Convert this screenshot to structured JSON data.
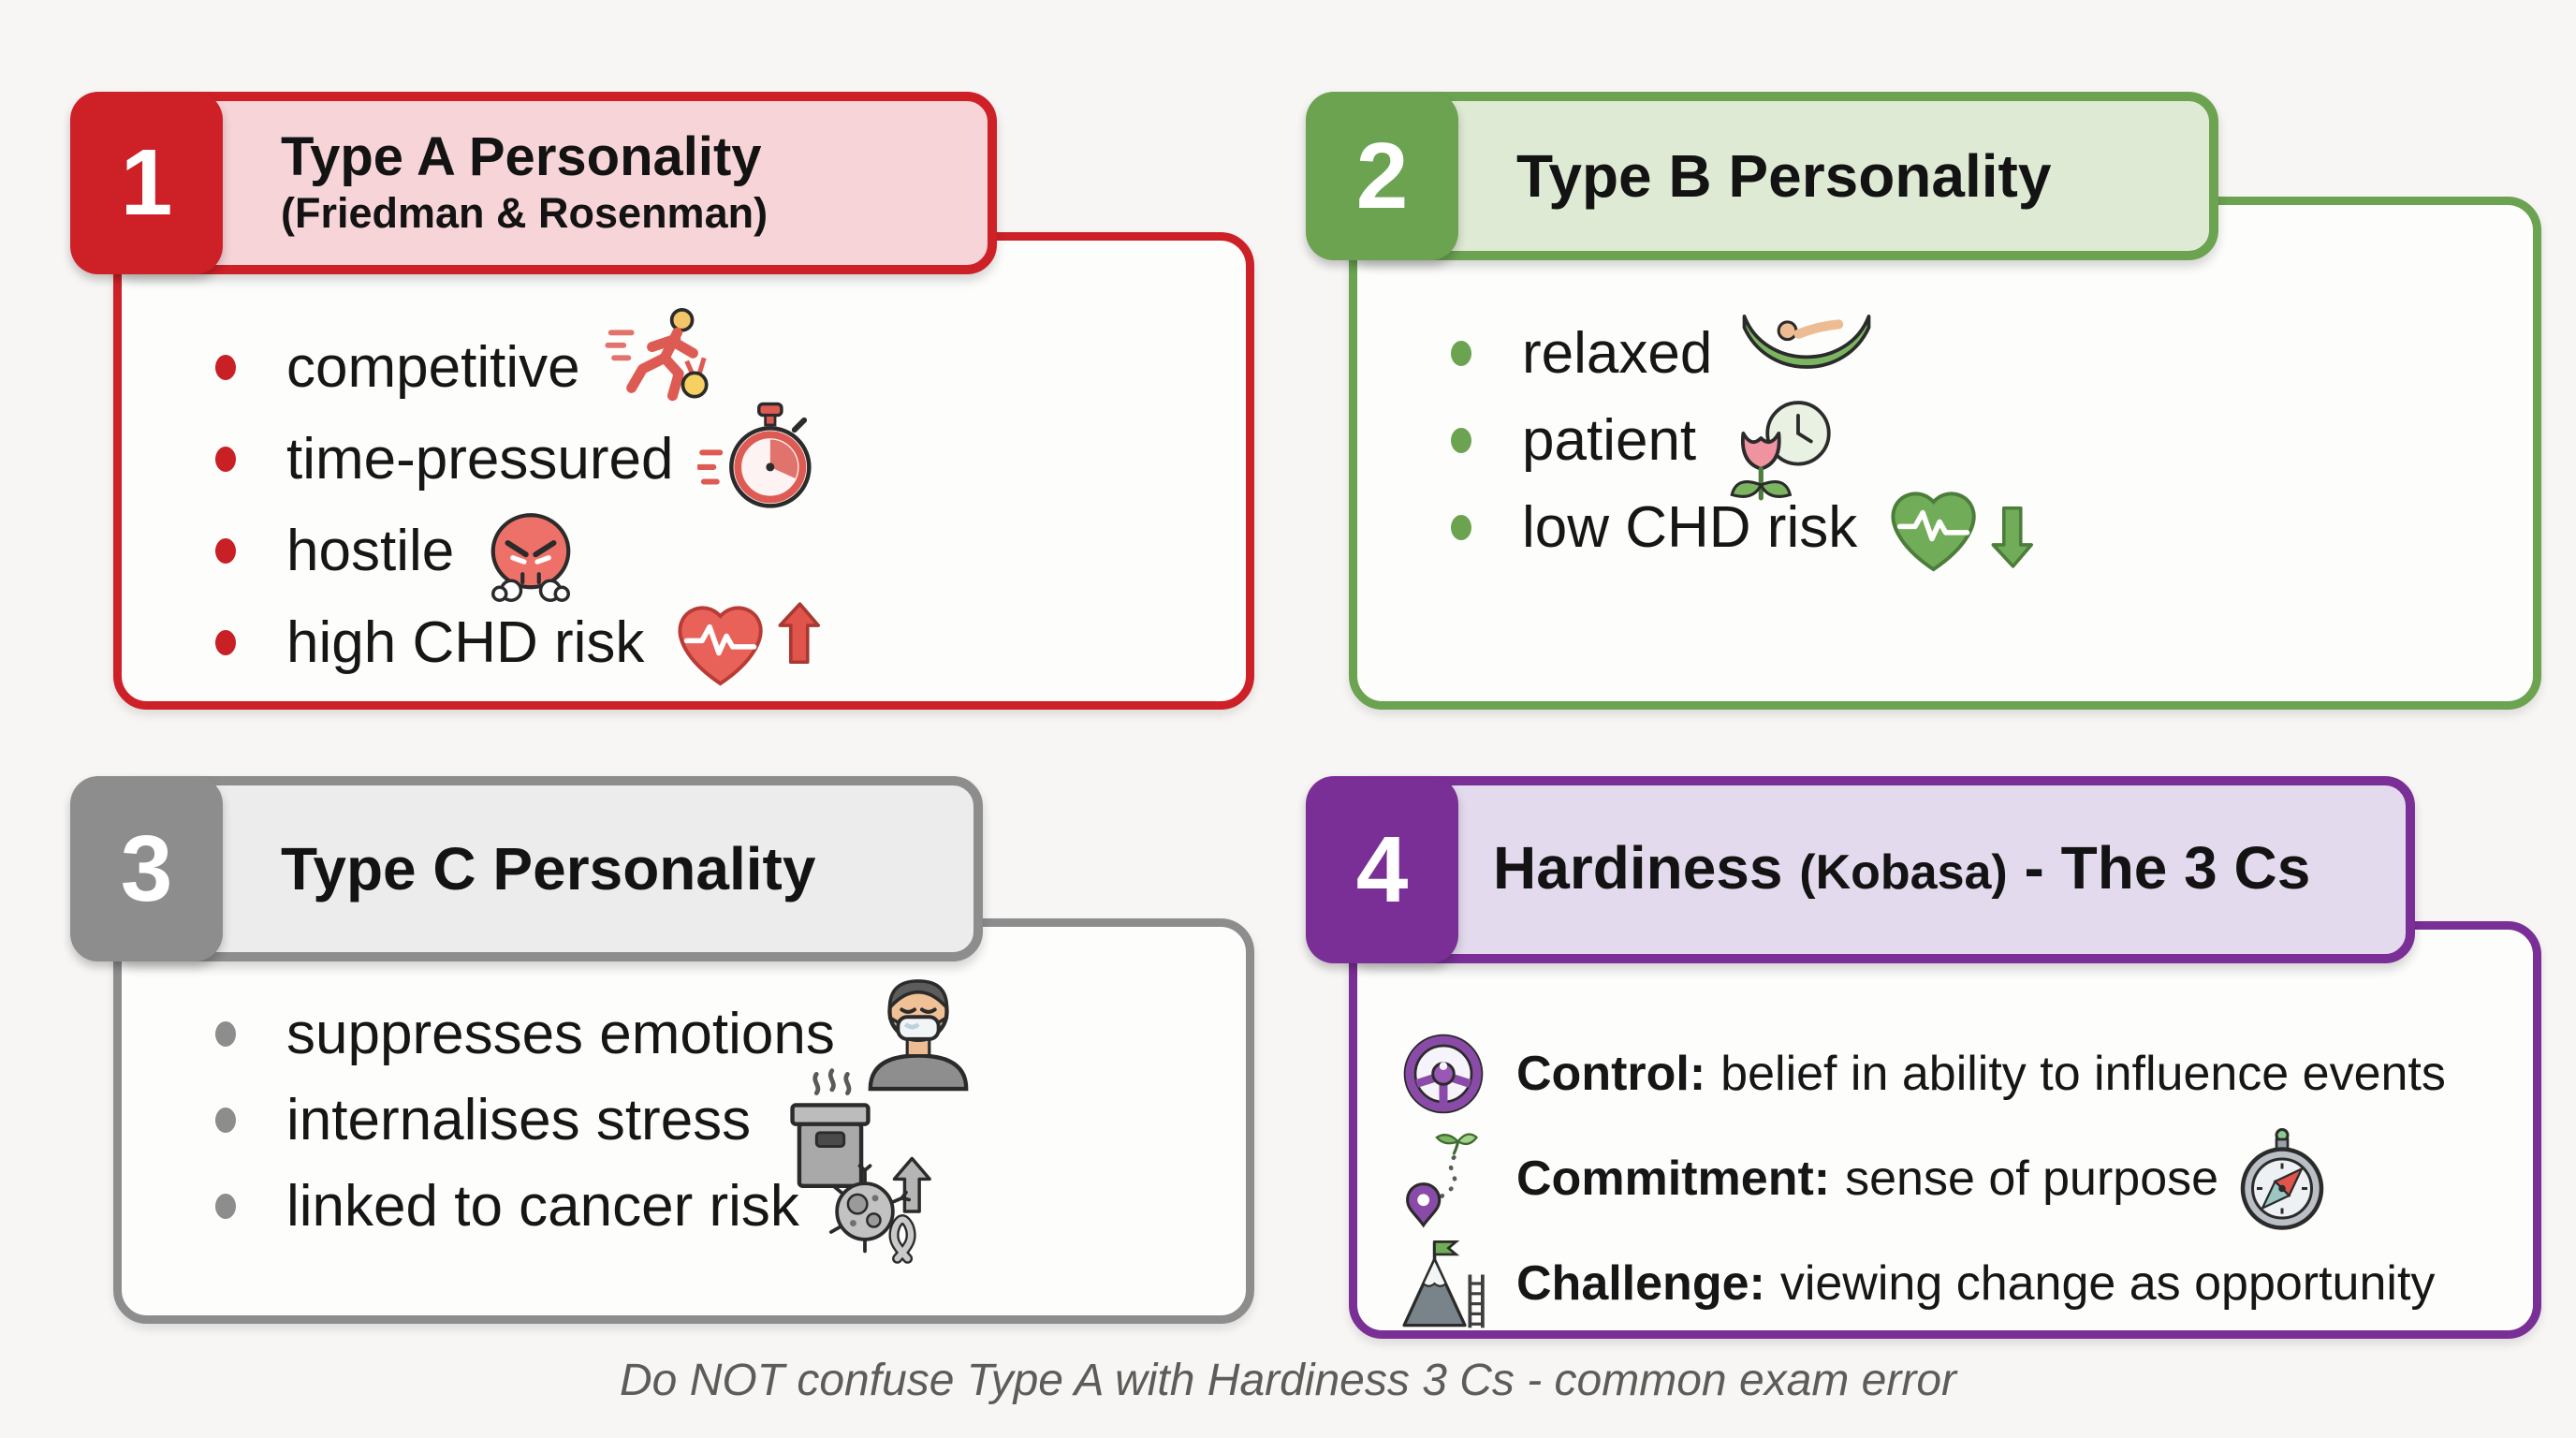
{
  "background": "#f7f6f4",
  "cards": [
    {
      "number": "1",
      "title": "Type A Personality",
      "subtitle": "(Friedman & Rosenman)",
      "colors": {
        "accent": "#ce2027",
        "fill": "#f7d4d7",
        "dot": "#c92026"
      },
      "bullets": [
        {
          "text": "competitive",
          "icon": "runner-medal-icon"
        },
        {
          "text": "time-pressured",
          "icon": "stopwatch-icon"
        },
        {
          "text": "hostile",
          "icon": "angry-face-icon"
        },
        {
          "text": "high CHD risk",
          "icon": "heart-ecg-up-arrow-icon"
        }
      ]
    },
    {
      "number": "2",
      "title": "Type B Personality",
      "colors": {
        "accent": "#6ba351",
        "fill": "#dfead4",
        "dot": "#6ba351"
      },
      "bullets": [
        {
          "text": "relaxed",
          "icon": "hammock-icon"
        },
        {
          "text": "patient",
          "icon": "flower-clock-icon"
        },
        {
          "text": "low CHD risk",
          "icon": "heart-ecg-down-arrow-icon"
        }
      ]
    },
    {
      "number": "3",
      "title": "Type C Personality",
      "colors": {
        "accent": "#8d8d8d",
        "fill": "#ececec",
        "dot": "#8d8d8d"
      },
      "bullets": [
        {
          "text": "suppresses emotions",
          "icon": "masked-person-icon"
        },
        {
          "text": "internalises stress",
          "icon": "steam-box-icon"
        },
        {
          "text": "linked to cancer risk",
          "icon": "cancer-cell-arrow-icon"
        }
      ]
    },
    {
      "number": "4",
      "title": "Hardiness",
      "title_paren": "(Kobasa)",
      "title_suffix": "- The 3 Cs",
      "colors": {
        "accent": "#7a2f96",
        "fill": "#e4daee",
        "dot": "#7a2f96"
      },
      "items": [
        {
          "label": "Control:",
          "text": "belief in ability to influence events",
          "icon": "steering-wheel-icon"
        },
        {
          "label": "Commitment:",
          "text": "sense of purpose",
          "icon": "route-pin-sprout-icon",
          "trailing_icon": "compass-icon"
        },
        {
          "label": "Challenge:",
          "text": "viewing change as opportunity",
          "icon": "mountain-flag-icon"
        }
      ]
    }
  ],
  "footer": {
    "note": "Do NOT confuse Type A with Hardiness 3 Cs - common exam error"
  }
}
